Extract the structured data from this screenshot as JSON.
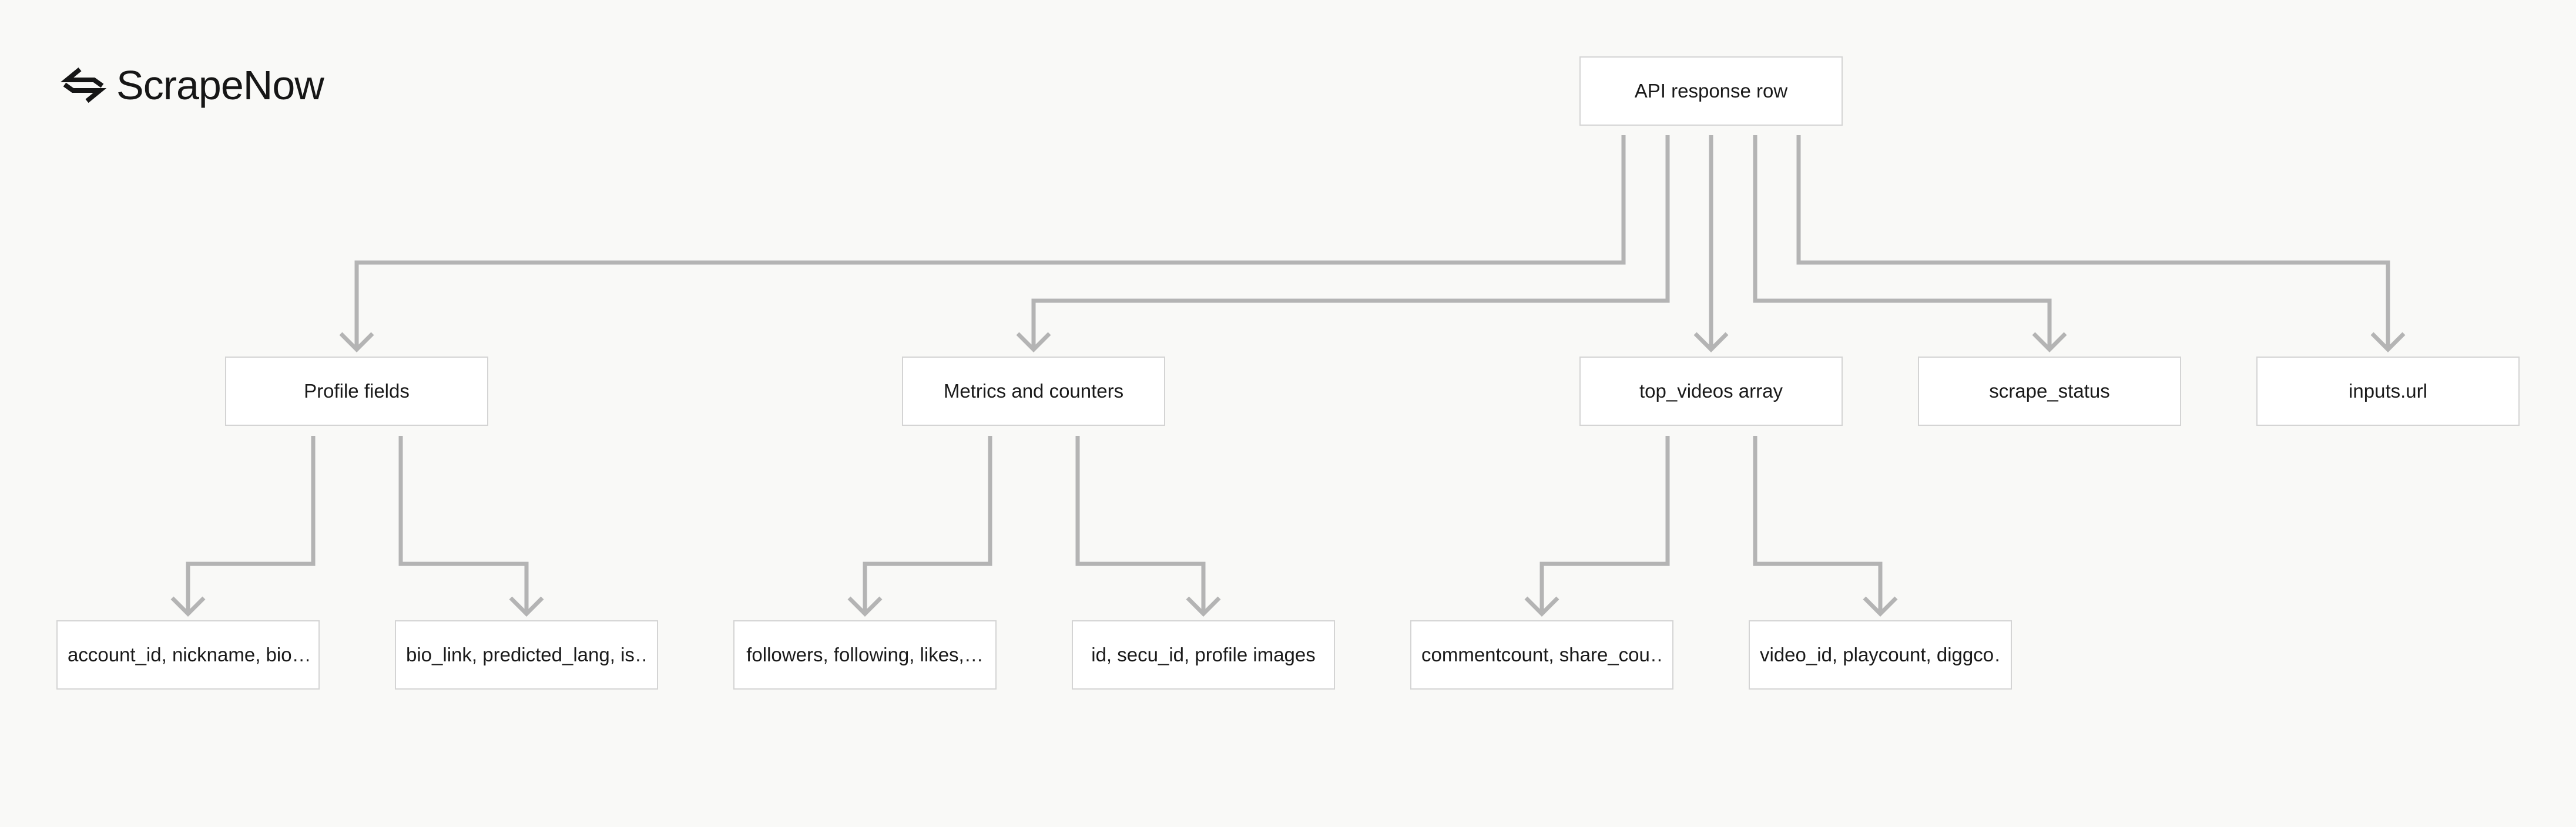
{
  "brand": {
    "name": "ScrapeNow",
    "logo_icon": "scrapenow-logo-icon"
  },
  "colors": {
    "background": "#f9f9f7",
    "connector": "#b4b4b4",
    "node_border": "#d4d4d4",
    "node_fill": "#ffffff",
    "text": "#1a1a1a"
  },
  "diagram": {
    "root": "API response row",
    "level1": [
      "Profile fields",
      "Metrics and counters",
      "top_videos array",
      "scrape_status",
      "inputs.url"
    ],
    "level2": [
      "account_id, nickname, bio…",
      "bio_link, predicted_lang, is…",
      "followers, following, likes,…",
      "id, secu_id, profile images",
      "commentcount, share_cou…",
      "video_id, playcount, diggco…"
    ]
  }
}
